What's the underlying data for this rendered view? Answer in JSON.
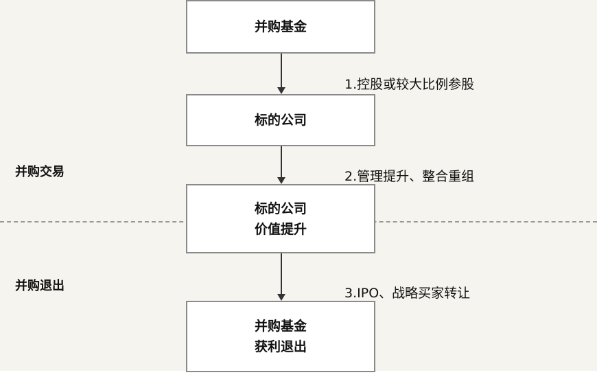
{
  "boxes": [
    {
      "lines": [
        "并购基金"
      ]
    },
    {
      "lines": [
        "标的公司"
      ]
    },
    {
      "lines": [
        "标的公司",
        "价值提升"
      ]
    },
    {
      "lines": [
        "并购基金",
        "获利退出"
      ]
    }
  ],
  "steps": [
    "1.控股或较大比例参股",
    "2.管理提升、整合重组",
    "3.IPO、战略买家转让"
  ],
  "stages": [
    "并购交易",
    "并购退出"
  ]
}
